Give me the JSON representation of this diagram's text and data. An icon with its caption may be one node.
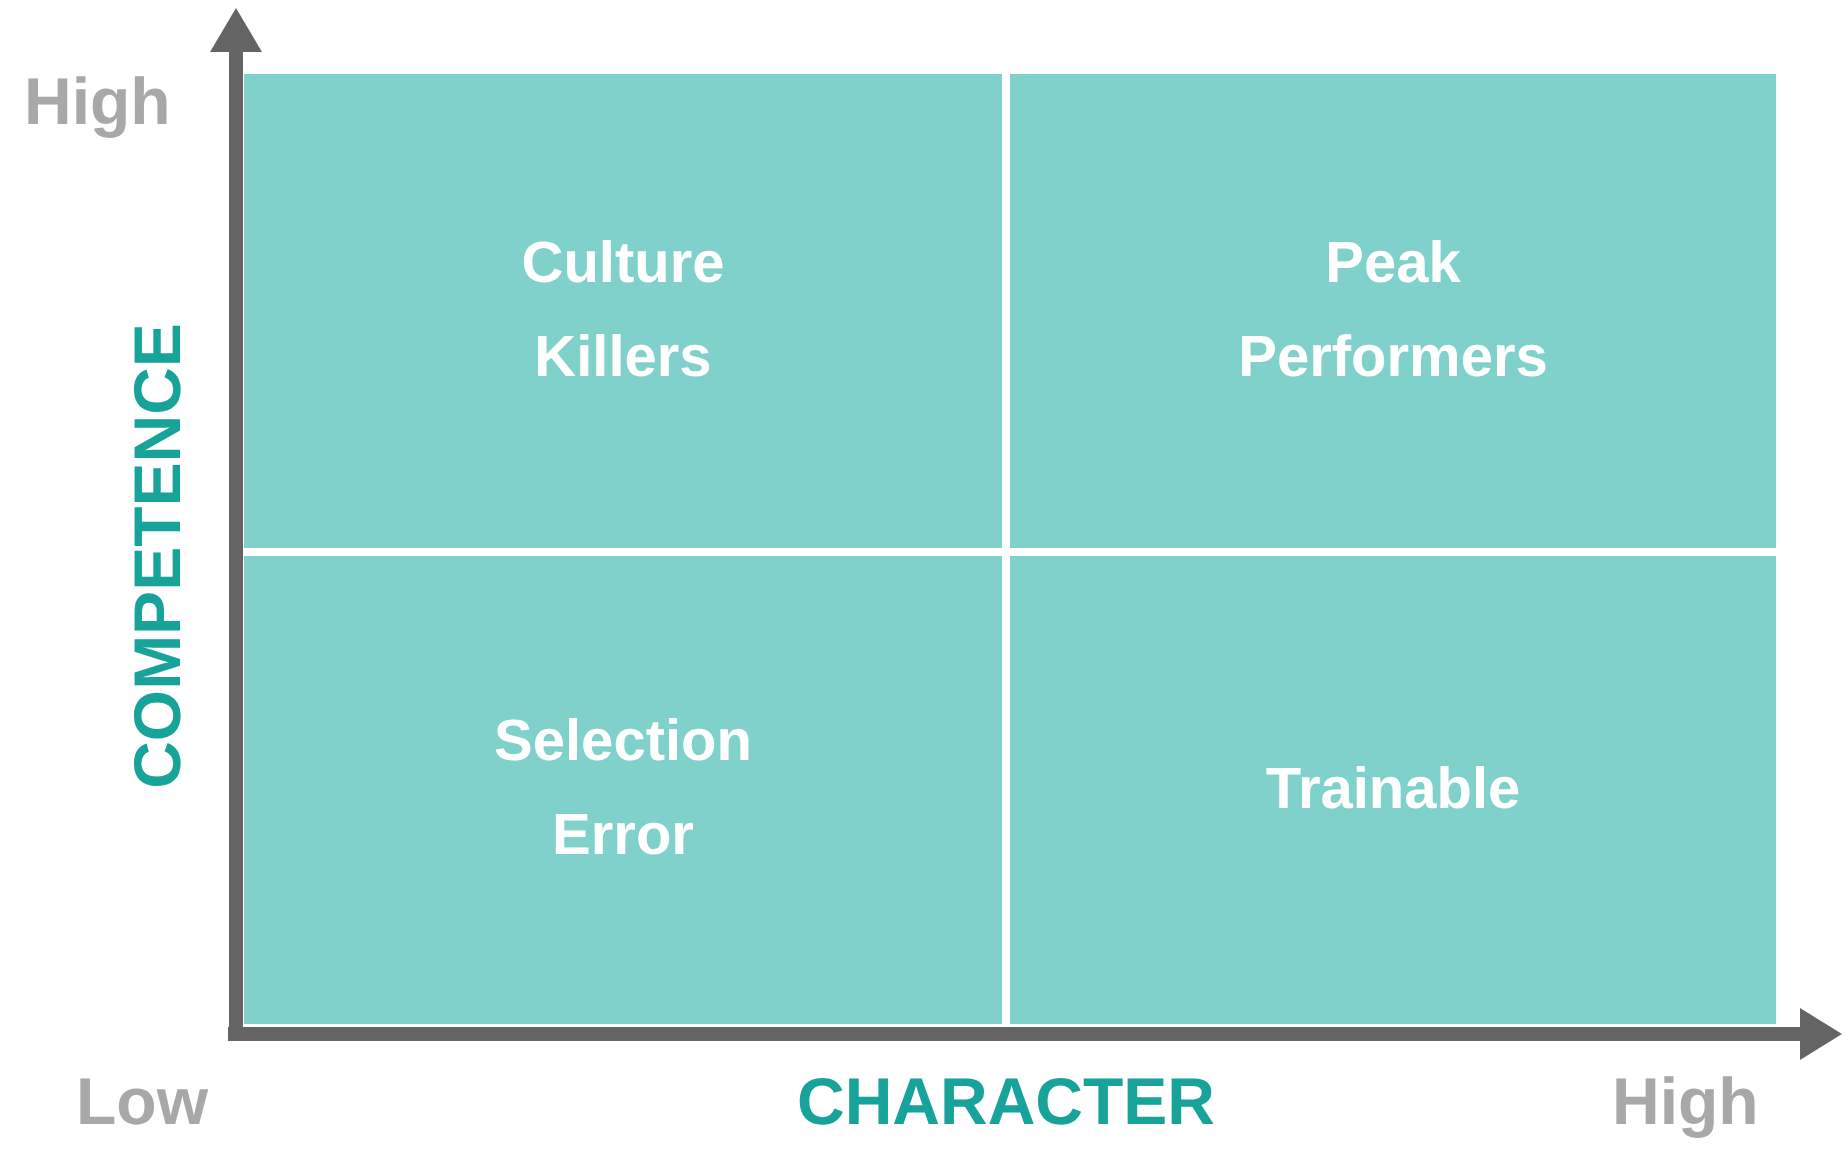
{
  "diagram": {
    "nodes": [
      {
        "text": [
          "Culture Killers"
        ]
      },
      {
        "text": [
          "Peak Performers"
        ]
      },
      {
        "text": [
          "Selection Error"
        ]
      },
      {
        "text": [
          "Trainable"
        ]
      }
    ],
    "labels": [
      "High",
      "COMPETENCE",
      "Low",
      "CHARACTER",
      "High"
    ]
  }
}
